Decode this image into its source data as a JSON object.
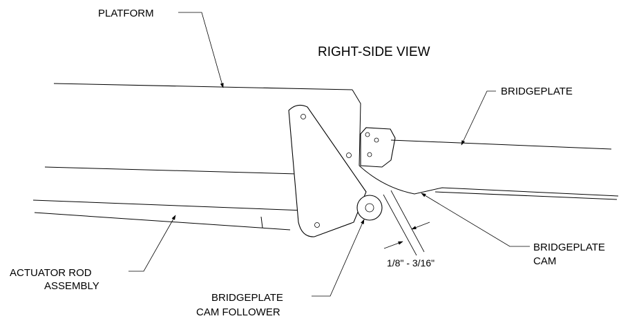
{
  "view_title": "RIGHT-SIDE VIEW",
  "callouts": {
    "platform": "PLATFORM",
    "bridgeplate": "BRIDGEPLATE",
    "bridgeplate_cam": [
      "BRIDGEPLATE",
      "CAM"
    ],
    "actuator_rod": [
      "ACTUATOR ROD",
      "ASSEMBLY"
    ],
    "cam_follower": [
      "BRIDGEPLATE",
      "CAM FOLLOWER"
    ],
    "clearance": "1/8\" - 3/16\""
  },
  "colors": {
    "ink": "#000000",
    "paper": "#ffffff"
  }
}
